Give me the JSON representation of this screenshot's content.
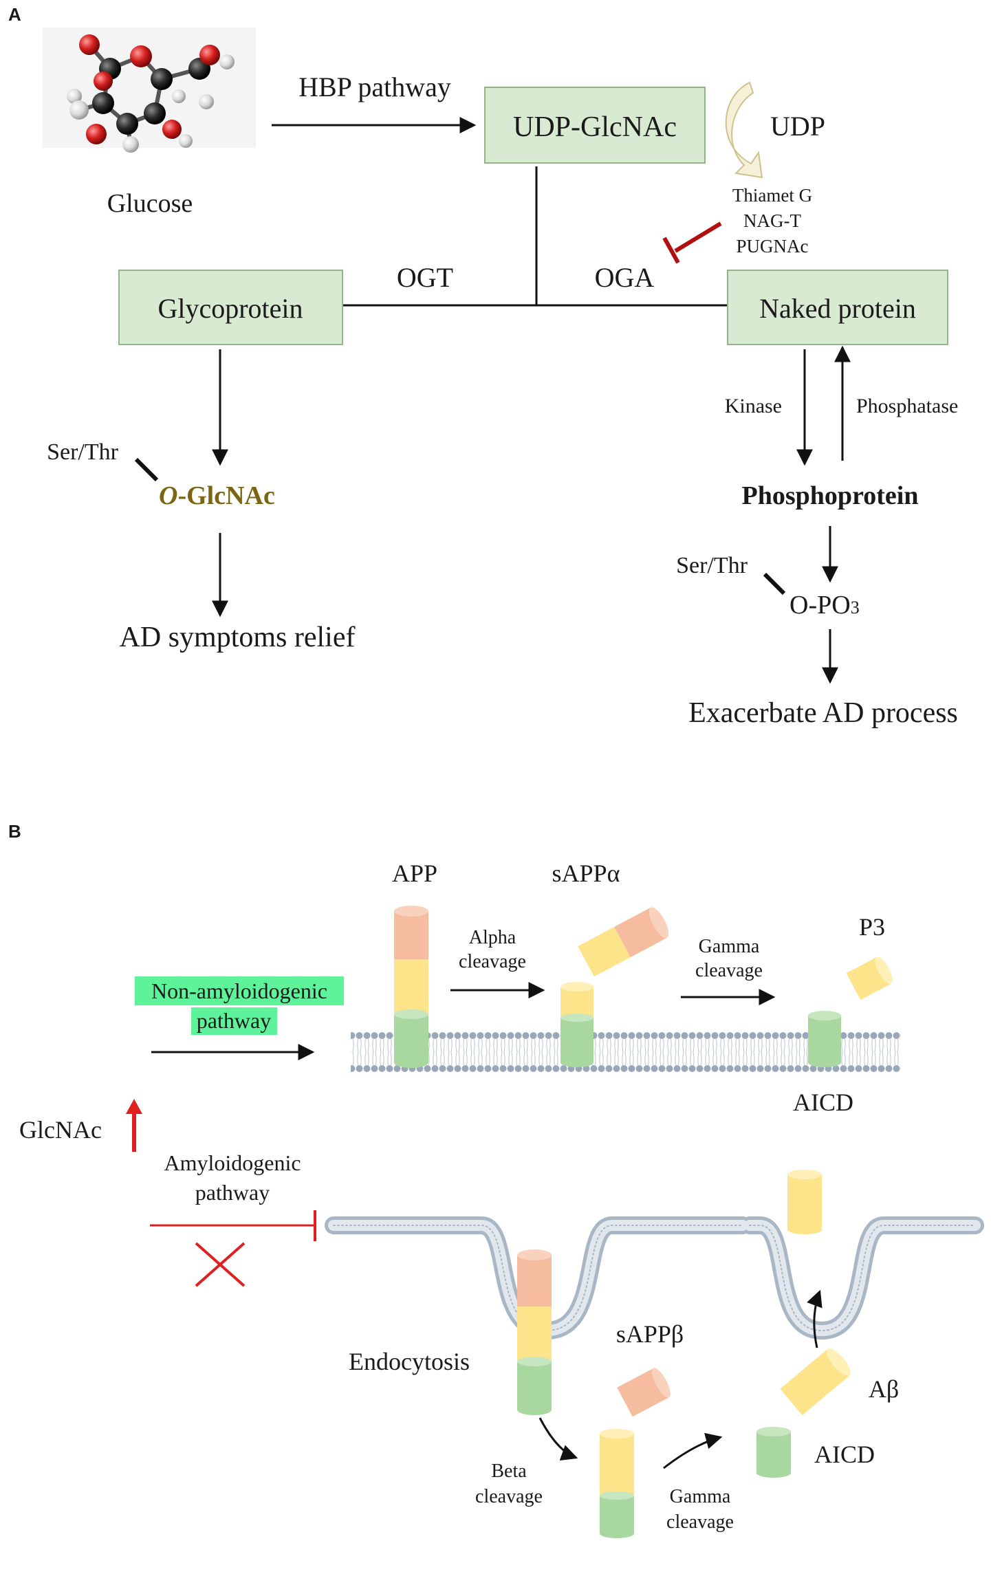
{
  "panel_a": {
    "label": "A",
    "glucose_label": "Glucose",
    "hbp_label": "HBP pathway",
    "udp_glcnac": "UDP-GlcNAc",
    "udp_label": "UDP",
    "inhibitors": [
      "Thiamet G",
      "NAG-T",
      "PUGNAc"
    ],
    "ogt_label": "OGT",
    "oga_label": "OGA",
    "glycoprotein": "Glycoprotein",
    "naked_protein": "Naked protein",
    "kinase_label": "Kinase",
    "phosphatase_label": "Phosphatase",
    "ser_thr_left": "Ser/Thr",
    "o_glcnac_prefix": "O",
    "o_glcnac_suffix": "-GlcNAc",
    "phosphoprotein": "Phosphoprotein",
    "ser_thr_right": "Ser/Thr",
    "opo3_main": "O-PO",
    "opo3_sub": "3",
    "ad_relief": "AD symptoms relief",
    "ad_exacerbate": "Exacerbate AD process"
  },
  "panel_b": {
    "label": "B",
    "app_label": "APP",
    "sapp_alpha": "sAPPα",
    "alpha_cleavage": [
      "Alpha",
      "cleavage"
    ],
    "gamma_cleavage_top": [
      "Gamma",
      "cleavage"
    ],
    "p3_label": "P3",
    "aicd_top": "AICD",
    "non_amyloidogenic": [
      "Non-amyloidogenic",
      "pathway"
    ],
    "glcnac_label": "GlcNAc",
    "amyloidogenic": [
      "Amyloidogenic",
      "pathway"
    ],
    "endocytosis": "Endocytosis",
    "sapp_beta": "sAPPβ",
    "beta_cleavage": [
      "Beta",
      "cleavage"
    ],
    "gamma_cleavage_bottom": [
      "Gamma",
      "cleavage"
    ],
    "abeta_label": "Aβ",
    "aicd_bottom": "AICD"
  },
  "colors": {
    "box_fill": "#d9ead3",
    "box_stroke": "#93b487",
    "gold_text": "#7a6512",
    "inhibit_red": "#b01010",
    "red": "#e02020",
    "highlight_green": "#5ef29a",
    "peach": "#f5bc9f",
    "yellow": "#fde38a",
    "green_segment": "#a8d8a0",
    "membrane": "#9aa7b8"
  }
}
